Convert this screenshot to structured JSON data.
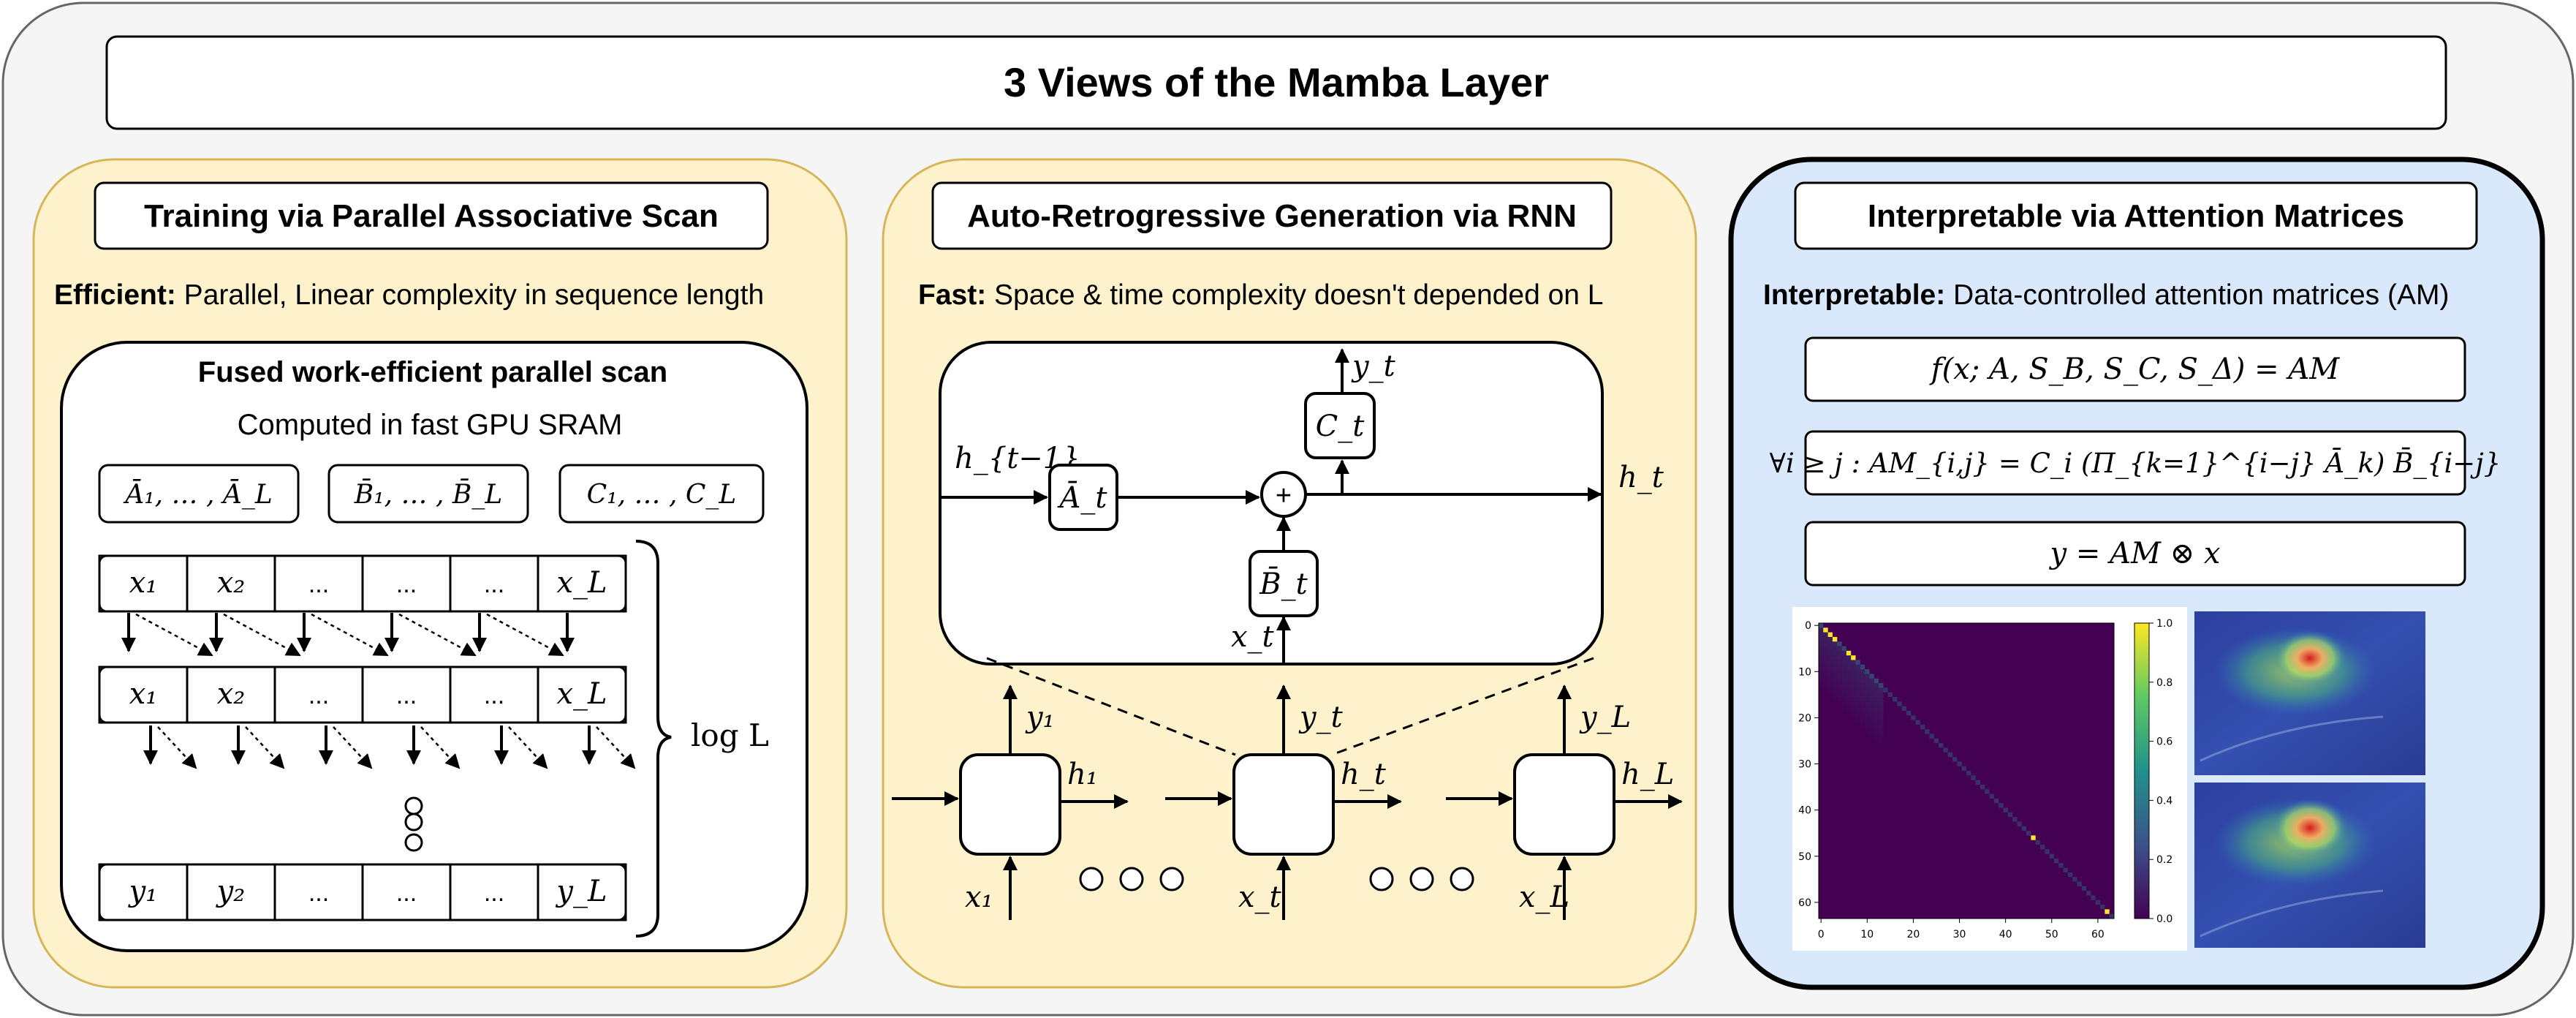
{
  "title": "3 Views of the Mamba Layer",
  "panels": {
    "scan": {
      "heading": "Training via Parallel Associative Scan",
      "desc_bold": "Efficient:",
      "desc_rest": " Parallel, Linear complexity in sequence length",
      "box_title": "Fused work-efficient parallel scan",
      "box_subtitle": "Computed in fast GPU SRAM",
      "param_groups": [
        "Ā₁, … , Ā_L",
        "B̄₁, … , B̄_L",
        "C₁, … , C_L"
      ],
      "row1": [
        "x₁",
        "x₂",
        "...",
        "...",
        "...",
        "x_L"
      ],
      "row2": [
        "x₁",
        "x₂",
        "...",
        "...",
        "...",
        "x_L"
      ],
      "row3": [
        "y₁",
        "y₂",
        "...",
        "...",
        "...",
        "y_L"
      ],
      "brace_label": "log L"
    },
    "rnn": {
      "heading": "Auto-Retrogressive Generation via RNN",
      "desc_bold": "Fast:",
      "desc_rest": " Space & time complexity doesn't depended on L",
      "cell_labels": {
        "h_prev": "h_{t−1}",
        "A": "Ā_t",
        "B": "B̄_t",
        "C": "C_t",
        "plus": "+",
        "y": "y_t",
        "x": "x_t",
        "h": "h_t"
      },
      "units": [
        {
          "y": "y₁",
          "h": "h₁",
          "x": "x₁"
        },
        {
          "y": "y_t",
          "h": "h_t",
          "x": "x_t"
        },
        {
          "y": "y_L",
          "h": "h_L",
          "x": "x_L"
        }
      ]
    },
    "attention": {
      "heading": "Interpretable via Attention Matrices",
      "desc_bold": "Interpretable:",
      "desc_rest": " Data-controlled attention matrices (AM)",
      "equations": [
        "f(x; A, S_B, S_C, S_Δ) = AM",
        "∀i ≥ j : AM_{i,j} = C_i (Π_{k=1}^{i−j} Ā_k) B̄_{i−j}",
        "y = AM ⊗ x"
      ],
      "heatmap": {
        "x_ticks": [
          "0",
          "10",
          "20",
          "30",
          "40",
          "50",
          "60"
        ],
        "y_ticks": [
          "0",
          "10",
          "20",
          "30",
          "40",
          "50",
          "60"
        ],
        "colorbar_ticks": [
          "0.0",
          "0.2",
          "0.4",
          "0.6",
          "0.8",
          "1.0"
        ],
        "colors": {
          "low": "#440154",
          "mid": "#21918c",
          "high": "#fde725"
        }
      }
    }
  },
  "colors": {
    "panel_fill": "#fef2cc",
    "panel_border": "#d6b656",
    "attention_fill": "#dae8fc",
    "outer_fill": "#f5f5f5",
    "outer_border": "#666666"
  }
}
